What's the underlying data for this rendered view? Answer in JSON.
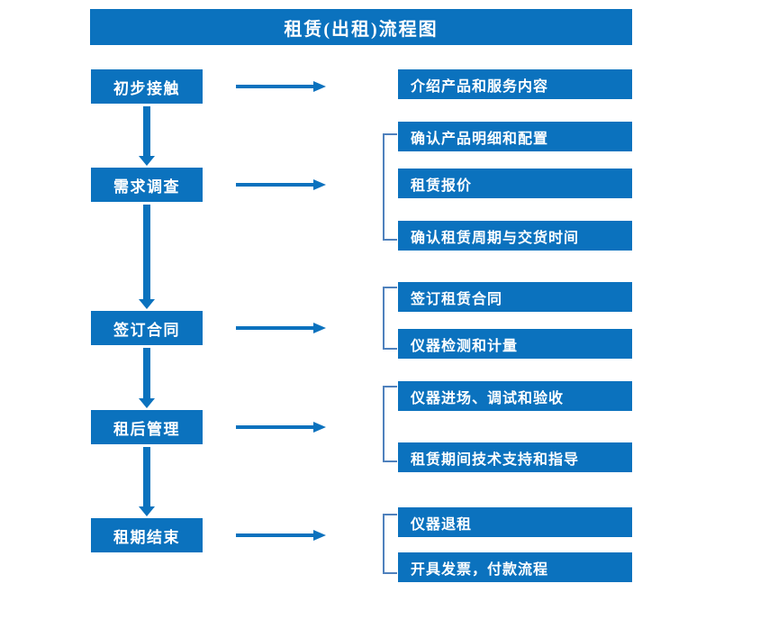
{
  "chart_data": {
    "type": "diagram",
    "title": "租赁(出租)流程图",
    "diagram_kind": "flowchart",
    "orientation": "top-to-bottom with right branches",
    "stages": [
      {
        "label": "初步接触",
        "details": [
          "介绍产品和服务内容"
        ]
      },
      {
        "label": "需求调查",
        "details": [
          "确认产品明细和配置",
          "租赁报价",
          "确认租赁周期与交货时间"
        ]
      },
      {
        "label": "签订合同",
        "details": [
          "签订租赁合同",
          "仪器检测和计量"
        ]
      },
      {
        "label": "租后管理",
        "details": [
          "仪器进场、调试和验收",
          "租赁期间技术支持和指导"
        ]
      },
      {
        "label": "租期结束",
        "details": [
          "仪器退租",
          "开具发票，付款流程"
        ]
      }
    ]
  },
  "colors": {
    "box_fill": "#0b72be",
    "box_text": "#ffffff",
    "arrow": "#0b72be",
    "bracket": "#4f81bd",
    "background": "#ffffff"
  },
  "title": {
    "text": "租赁(出租)流程图"
  },
  "stages": [
    {
      "label": "初步接触"
    },
    {
      "label": "需求调查"
    },
    {
      "label": "签订合同"
    },
    {
      "label": "租后管理"
    },
    {
      "label": "租期结束"
    }
  ],
  "details": [
    {
      "label": "介绍产品和服务内容"
    },
    {
      "label": "确认产品明细和配置"
    },
    {
      "label": "租赁报价"
    },
    {
      "label": "确认租赁周期与交货时间"
    },
    {
      "label": "签订租赁合同"
    },
    {
      "label": "仪器检测和计量"
    },
    {
      "label": "仪器进场、调试和验收"
    },
    {
      "label": "租赁期间技术支持和指导"
    },
    {
      "label": "仪器退租"
    },
    {
      "label": "开具发票，付款流程"
    }
  ]
}
